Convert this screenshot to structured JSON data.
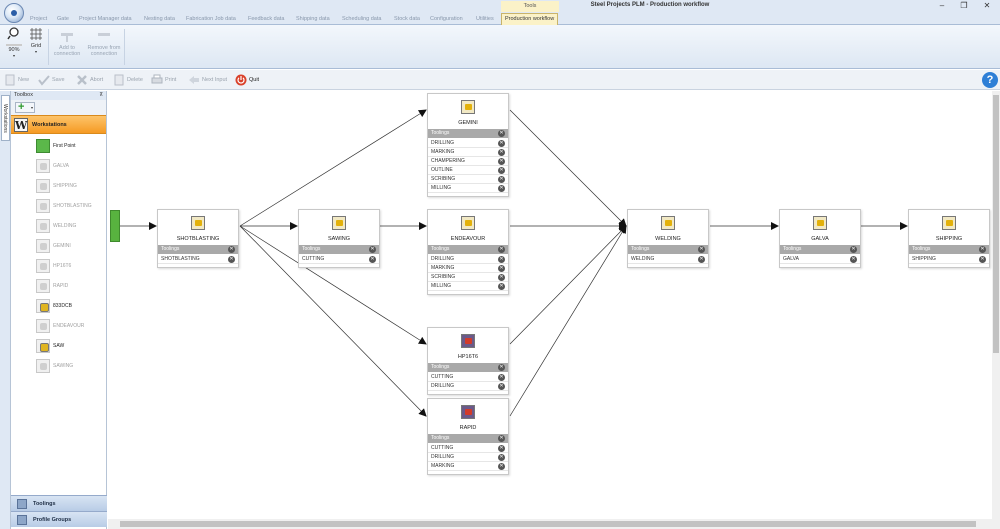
{
  "window": {
    "title": "Steel Projects PLM - Production workflow",
    "tools_context": "Tools",
    "minimize": "–",
    "maximize": "❐",
    "close": "✕"
  },
  "ribbon_tabs": [
    "Project",
    "Gate",
    "Project Manager data",
    "Nesting data",
    "Fabrication Job data",
    "Feedback data",
    "Shipping data",
    "Scheduling data",
    "Stock data",
    "Configuration",
    "Utilities",
    "Production workflow"
  ],
  "ribbon": {
    "zoom_label": "90%",
    "grid_label": "Grid",
    "add_to_connection": "Add to connection",
    "remove_from_connection": "Remove from connection"
  },
  "toolbar": {
    "new": "New",
    "save": "Save",
    "abort": "Abort",
    "delete": "Delete",
    "print": "Print",
    "next_input": "Next Input",
    "quit": "Quit",
    "help": "?"
  },
  "side_strip": {
    "label": "Workstations"
  },
  "toolbox": {
    "title": "Toolbox",
    "pin": "⊼",
    "workstations_label": "Workstations",
    "items": [
      {
        "label": "First Point",
        "active": true
      },
      {
        "label": "GALVA",
        "active": false
      },
      {
        "label": "SHIPPING",
        "active": false
      },
      {
        "label": "SHOTBLASTING",
        "active": false
      },
      {
        "label": "WELDING",
        "active": false
      },
      {
        "label": "GEMINI",
        "active": false
      },
      {
        "label": "HP16T6",
        "active": false
      },
      {
        "label": "RAPID",
        "active": false
      },
      {
        "label": "833DCB",
        "active": true
      },
      {
        "label": "ENDEAVOUR",
        "active": false
      },
      {
        "label": "SAW",
        "active": true
      },
      {
        "label": "SAWING",
        "active": false
      }
    ],
    "tab_toolings": "Toolings",
    "tab_profile_groups": "Profile Groups"
  },
  "workflow": {
    "toolings_header": "Toolings",
    "nodes": [
      {
        "id": "shotblasting",
        "title": "SHOTBLASTING",
        "toolings": [
          "SHOTBLASTING"
        ]
      },
      {
        "id": "sawing",
        "title": "SAWING",
        "toolings": [
          "CUTTING"
        ]
      },
      {
        "id": "gemini",
        "title": "GEMINI",
        "toolings": [
          "DRILLING",
          "MARKING",
          "CHAMPERING",
          "OUTLINE",
          "SCRIBING",
          "MILLING"
        ]
      },
      {
        "id": "endeavour",
        "title": "ENDEAVOUR",
        "toolings": [
          "DRILLING",
          "MARKING",
          "SCRIBING",
          "MILLING"
        ]
      },
      {
        "id": "hp16t6",
        "title": "HP16T6",
        "toolings": [
          "CUTTING",
          "DRILLING"
        ]
      },
      {
        "id": "rapid",
        "title": "RAPID",
        "toolings": [
          "CUTTING",
          "DRILLING",
          "MARKING"
        ]
      },
      {
        "id": "welding",
        "title": "WELDING",
        "toolings": [
          "WELDING"
        ]
      },
      {
        "id": "galva",
        "title": "GALVA",
        "toolings": [
          "GALVA"
        ]
      },
      {
        "id": "shipping",
        "title": "SHIPPING",
        "toolings": [
          "SHIPPING"
        ]
      }
    ]
  }
}
